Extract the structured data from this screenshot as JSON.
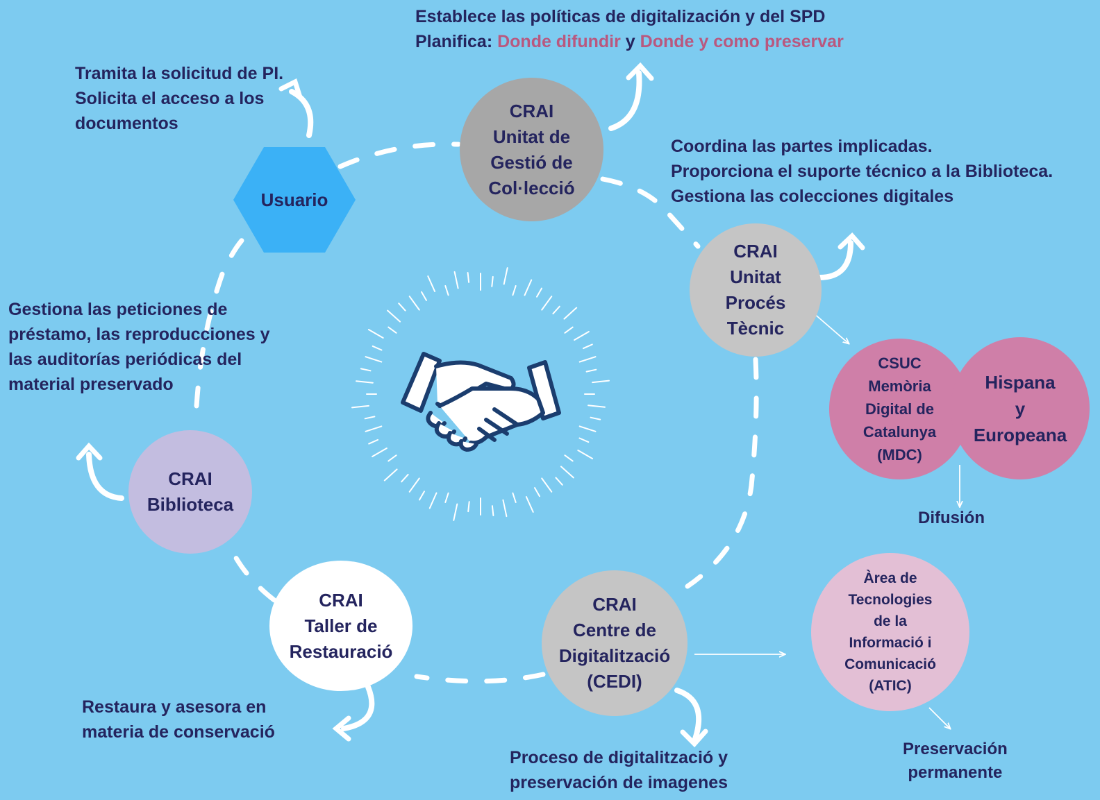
{
  "colors": {
    "background": "#7dcbf0",
    "text": "#24245e",
    "highlight": "#b9587f",
    "hexagon": "#3bb1f6",
    "gray_node": "#a7a7a7",
    "light_gray_node": "#c5c5c5",
    "lavender_node": "#c3bde0",
    "white_node": "#ffffff",
    "pink_node": "#cf7fa8",
    "light_pink_node": "#e3bfd5"
  },
  "center_icon": "handshake-icon",
  "nodes": {
    "usuario": [
      "Usuario"
    ],
    "gestio": [
      "CRAI",
      "Unitat de",
      "Gestió de",
      "Col·lecció"
    ],
    "proces": [
      "CRAI",
      "Unitat",
      "Procés",
      "Tècnic"
    ],
    "biblioteca": [
      "CRAI",
      "Biblioteca"
    ],
    "taller": [
      "CRAI",
      "Taller de",
      "Restauració"
    ],
    "cedi": [
      "CRAI",
      "Centre de",
      "Digitalització",
      "(CEDI)"
    ],
    "csuc": [
      "CSUC",
      "Memòria",
      "Digital de",
      "Catalunya",
      "(MDC)"
    ],
    "hispana": [
      "Hispana",
      "y",
      "Europeana"
    ],
    "atic": [
      "Àrea de",
      "Tecnologies",
      "de la",
      "Informació i",
      "Comunicació",
      "(ATIC)"
    ]
  },
  "descriptions": {
    "usuario": [
      "Tramita la solicitud de PI.",
      "Solicita el acceso a los",
      "documentos"
    ],
    "gestio_line1": "Establece las políticas de digitalización y del SPD",
    "gestio_line2": {
      "prefix": "Planifica: ",
      "highlight1": "Donde difundir",
      "joiner": " y ",
      "highlight2": "Donde y como preservar"
    },
    "proces": [
      "Coordina las partes implicadas.",
      "Proporciona el suporte técnico a la Biblioteca.",
      "Gestiona las colecciones digitales"
    ],
    "biblioteca": [
      "Gestiona las peticiones de",
      "préstamo, las reproducciones y",
      "las auditorías periódicas del",
      "material preservado"
    ],
    "taller": [
      "Restaura y asesora en",
      "materia de conservació"
    ],
    "cedi": [
      "Proceso de digitalització y",
      "preservación de imagenes"
    ]
  },
  "labels": {
    "difusion": "Difusión",
    "preservacion": [
      "Preservación",
      "permanente"
    ]
  }
}
